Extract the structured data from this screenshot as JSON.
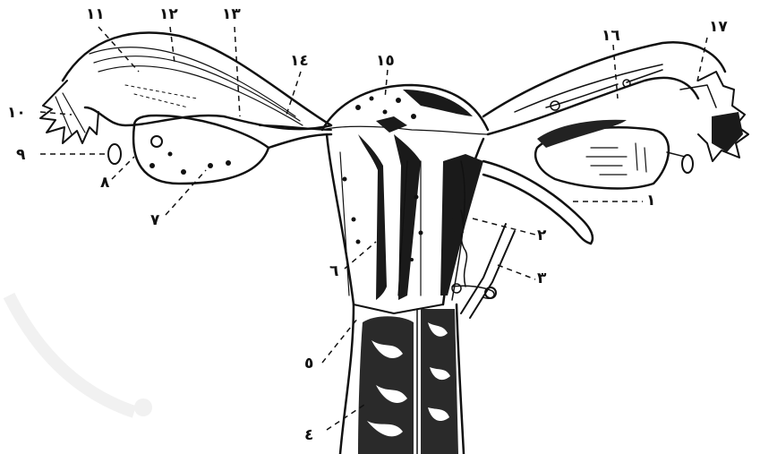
{
  "labels": {
    "l1": "١",
    "l2": "٢",
    "l3": "٣",
    "l4": "٤",
    "l5": "٥",
    "l6": "٦",
    "l7": "٧",
    "l8": "٨",
    "l9": "٩",
    "l10": "١٠",
    "l11": "١١",
    "l12": "١٢",
    "l13": "١٣",
    "l14": "١٤",
    "l15": "١٥",
    "l16": "١٦",
    "l17": "١٧"
  },
  "colors": {
    "ink": "#111111",
    "background": "#ffffff",
    "shade": "#2a2a2a",
    "watermark": "#f3f3f3"
  }
}
